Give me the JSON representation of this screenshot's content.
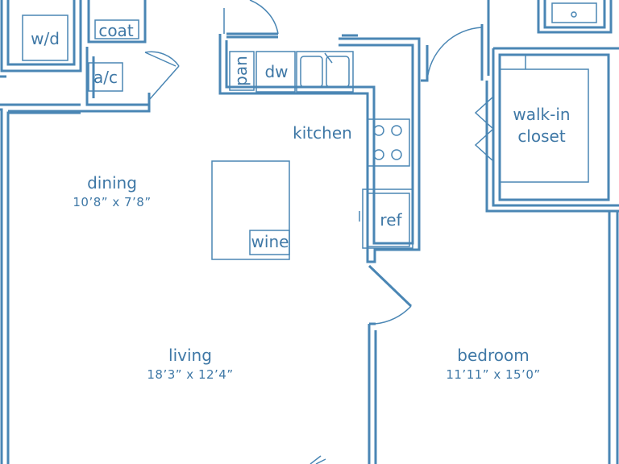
{
  "rooms": {
    "dining": {
      "name": "dining",
      "dims": "10’8” x 7’8”"
    },
    "living": {
      "name": "living",
      "dims": "18’3” x 12’4”"
    },
    "bedroom": {
      "name": "bedroom",
      "dims": "11’11” x 15’0”"
    },
    "kitchen": {
      "name": "kitchen"
    },
    "closet": {
      "line1": "walk-in",
      "line2": "closet"
    }
  },
  "fixtures": {
    "washer_dryer": "w/d",
    "coat": "coat",
    "ac": "a/c",
    "pantry": "pan",
    "dishwasher": "dw",
    "refrigerator": "ref",
    "wine": "wine"
  },
  "colors": {
    "line": "#4a86b4",
    "text": "#3f78a6",
    "background": "#ffffff"
  }
}
